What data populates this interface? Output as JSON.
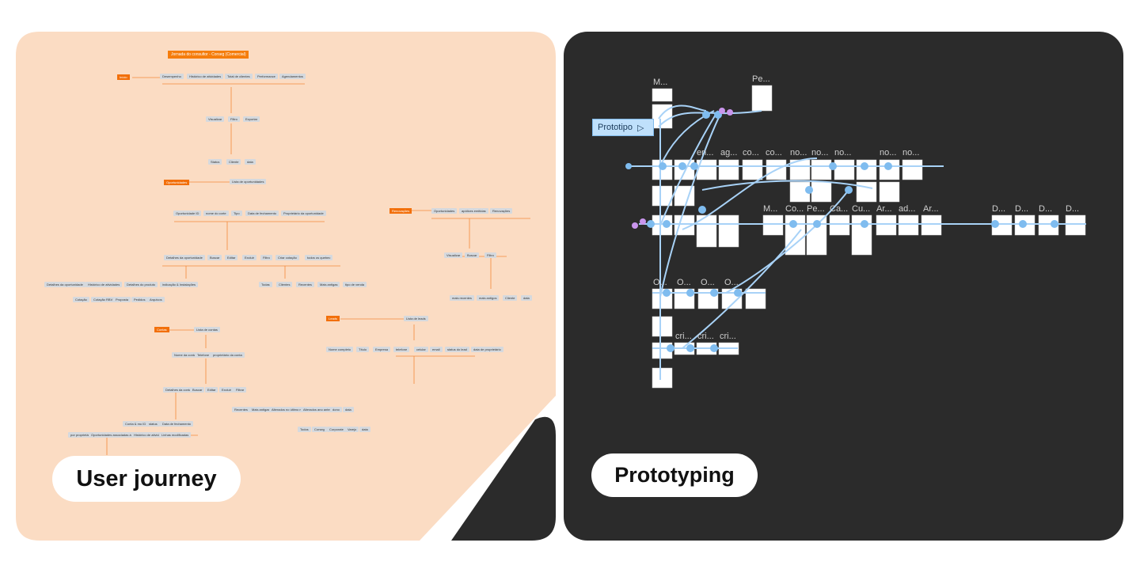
{
  "journey": {
    "label": "User journey",
    "title": "Jornada do consultor - Corseg (Comercial)",
    "home_root": "Início",
    "home_items": [
      "Desempenho",
      "Histórico de atividades",
      "Total de clientes",
      "Performance",
      "Agendamentos"
    ],
    "home_sub": [
      "Visualizar",
      "Filtro",
      "Exportar"
    ],
    "home_sub2": [
      "Status",
      "Cliente",
      "data"
    ],
    "opp_root": "Oportunidades",
    "opp_list": "Lista de oportunidades",
    "opp_cols": [
      "Oportunidade ID",
      "nome do corte",
      "Tipo",
      "Data de fechamento",
      "Proprietário da oportunidade"
    ],
    "opp_actions": [
      "Detalhes da oportunidade",
      "Buscar",
      "Editar",
      "Excluir",
      "Filtro",
      "Criar cotação",
      "todos os quebec"
    ],
    "opp_details": [
      "Detalhes da oportunidade",
      "Histórico de atividades",
      "Detalhes do produto",
      "indicação & Instalações"
    ],
    "opp_details2": [
      "Cotação",
      "Cotação RBV",
      "Proposta",
      "Pedidos",
      "Arquivos"
    ],
    "opp_filters": [
      "Todas",
      "Clientes",
      "Recentes",
      "Mais antigas",
      "tipo de venda"
    ],
    "ren_root": "Renovações",
    "ren_tabs": [
      "Oportunidades",
      "apólices emitidas",
      "Renovações"
    ],
    "ren_actions": [
      "Visualizar",
      "Buscar",
      "Filtro"
    ],
    "ren_filters": [
      "mais recentes",
      "mais antigos",
      "Cliente",
      "data"
    ],
    "contas_root": "Contas",
    "contas_list": "Lista de contas",
    "contas_cols": [
      "Nome da conta",
      "Telefone",
      "proprietário da conta"
    ],
    "contas_actions": [
      "Detalhes da conta",
      "Buscar",
      "Editar",
      "Excluir",
      "Filtrar"
    ],
    "contas_filters": [
      "Recentes",
      "Mais antigas",
      "Alterados no último mês",
      "Alterados ano anterior",
      "dono",
      "data"
    ],
    "contas_sub": [
      "Todos",
      "Corseg",
      "Corporate",
      "Varejo",
      "data"
    ],
    "contas_details": [
      "Conta & mu ID",
      "status",
      "Data de fechamento"
    ],
    "contas_details2": [
      "por proprietário",
      "Oportunidades associadas à conta",
      "Histórico de atividades",
      "Linhas modificadas"
    ],
    "leads_root": "Leads",
    "leads_list": "Lista de leads",
    "leads_cols": [
      "Nome completo",
      "Título",
      "Empresa",
      "telefone",
      "celular",
      "email",
      "status do lead",
      "data de proprietário"
    ]
  },
  "prototype": {
    "label": "Prototyping",
    "badge": "Prototipo",
    "frame_labels": [
      "M...",
      "Pe...",
      "ag...",
      "co...",
      "co...",
      "no...",
      "no...",
      "no...",
      "no...",
      "no...",
      "en...",
      "D...",
      "D...",
      "D...",
      "D...",
      "M...",
      "Co...",
      "Pe...",
      "Ca...",
      "Cu...",
      "Ar...",
      "ad...",
      "Ar...",
      "O...",
      "O...",
      "O...",
      "O...",
      "cri...",
      "cri...",
      "cri..."
    ]
  },
  "colors": {
    "journey_bg": "#fbdcc3",
    "proto_bg": "#2b2b2b",
    "accent_orange": "#f26f0a",
    "connector_blue": "#a8d2f7",
    "badge_bg": "#bfe0fb"
  }
}
